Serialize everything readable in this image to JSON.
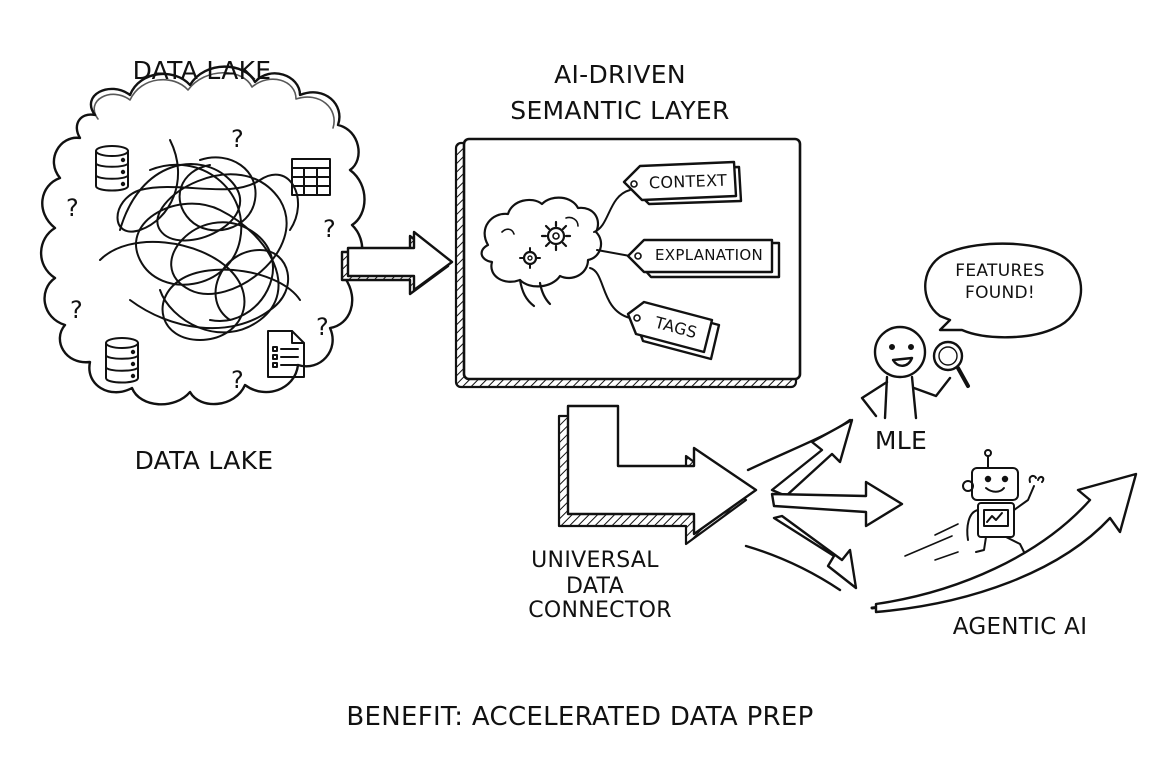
{
  "diagram": {
    "title_bottom": "BENEFIT: ACCELERATED DATA PREP",
    "data_lake": {
      "label_top": "DATA LAKE",
      "label_bottom": "DATA LAKE",
      "question_mark": "?",
      "icons": [
        "database-icon",
        "table-icon",
        "database-icon",
        "document-icon"
      ]
    },
    "semantic_layer": {
      "title_line1": "AI-DRIVEN",
      "title_line2": "SEMANTIC LAYER",
      "tags": [
        "CONTEXT",
        "EXPLANATION",
        "TAGS"
      ]
    },
    "connector": {
      "label_line1": "UNIVERSAL",
      "label_line2": "DATA",
      "label_line3": "CONNECTOR"
    },
    "mle": {
      "label": "MLE",
      "speech_line1": "FEATURES",
      "speech_line2": "FOUND!"
    },
    "agentic": {
      "label": "AGENTIC AI"
    }
  }
}
